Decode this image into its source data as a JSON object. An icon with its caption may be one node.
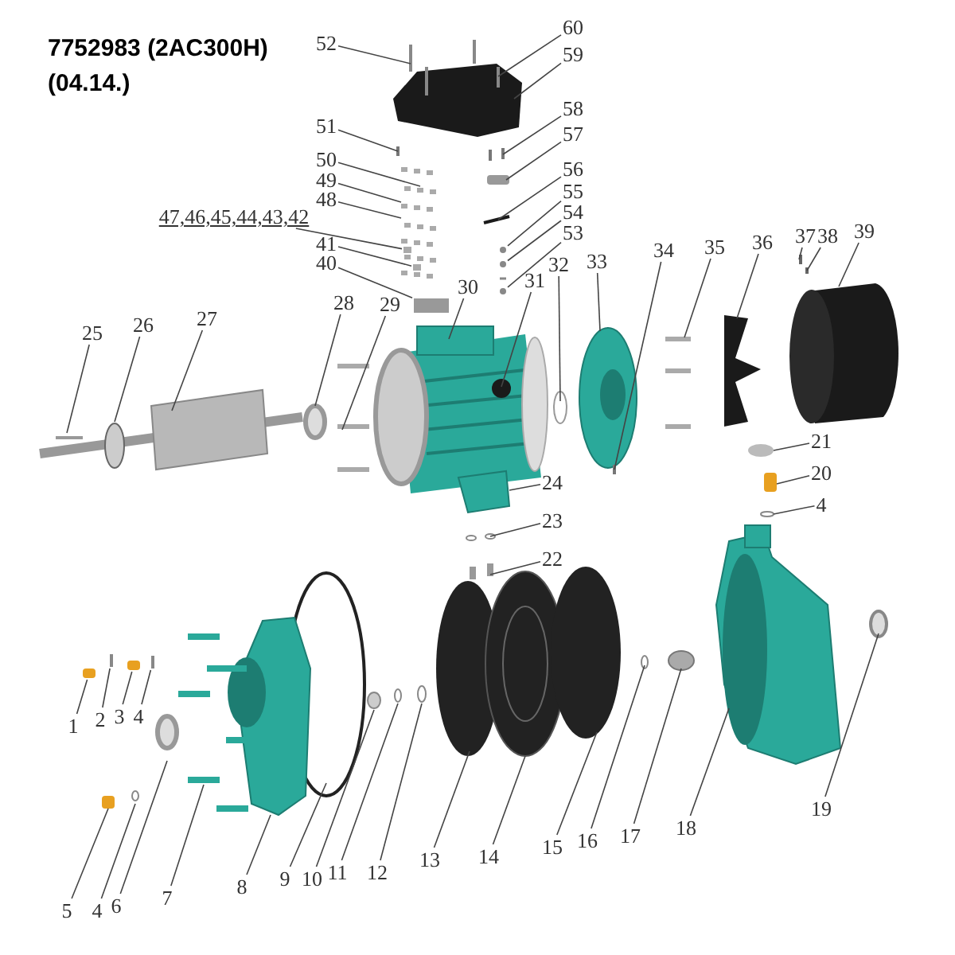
{
  "diagram": {
    "title": "7752983 (2AC300H)",
    "nodes": [
      {
        "text": [
          "52"
        ]
      },
      {
        "text": [
          "60"
        ]
      },
      {
        "text": [
          "59"
        ]
      },
      {
        "text": [
          "51"
        ]
      },
      {
        "text": [
          "58"
        ]
      },
      {
        "text": [
          "57"
        ]
      },
      {
        "text": [
          "50"
        ]
      },
      {
        "text": [
          "49"
        ]
      },
      {
        "text": [
          "48"
        ]
      },
      {
        "text": [
          "47,46,45,44,43,42"
        ]
      },
      {
        "text": [
          "56"
        ]
      },
      {
        "text": [
          "55"
        ]
      },
      {
        "text": [
          "54"
        ]
      },
      {
        "text": [
          "41"
        ]
      },
      {
        "text": [
          "53"
        ]
      },
      {
        "text": [
          "40"
        ]
      },
      {
        "text": [
          "30"
        ]
      },
      {
        "text": [
          "31"
        ]
      },
      {
        "text": [
          "32"
        ]
      },
      {
        "text": [
          "33"
        ]
      },
      {
        "text": [
          "34"
        ]
      },
      {
        "text": [
          "35"
        ]
      },
      {
        "text": [
          "36"
        ]
      },
      {
        "text": [
          "37"
        ]
      },
      {
        "text": [
          "38"
        ]
      },
      {
        "text": [
          "39"
        ]
      },
      {
        "text": [
          "25"
        ]
      },
      {
        "text": [
          "26"
        ]
      },
      {
        "text": [
          "27"
        ]
      },
      {
        "text": [
          "28"
        ]
      },
      {
        "text": [
          "29"
        ]
      },
      {
        "text": [
          "21"
        ]
      },
      {
        "text": [
          "20"
        ]
      },
      {
        "text": [
          "24"
        ]
      },
      {
        "text": [
          "4"
        ]
      },
      {
        "text": [
          "23"
        ]
      },
      {
        "text": [
          "22"
        ]
      },
      {
        "text": [
          "1"
        ]
      },
      {
        "text": [
          "2"
        ]
      },
      {
        "text": [
          "3"
        ]
      },
      {
        "text": [
          "4"
        ]
      },
      {
        "text": [
          "19"
        ]
      },
      {
        "text": [
          "18"
        ]
      },
      {
        "text": [
          "17"
        ]
      },
      {
        "text": [
          "16"
        ]
      },
      {
        "text": [
          "15"
        ]
      },
      {
        "text": [
          "14"
        ]
      },
      {
        "text": [
          "13"
        ]
      },
      {
        "text": [
          "12"
        ]
      },
      {
        "text": [
          "11"
        ]
      },
      {
        "text": [
          "10"
        ]
      },
      {
        "text": [
          "9"
        ]
      },
      {
        "text": [
          "8"
        ]
      },
      {
        "text": [
          "7"
        ]
      },
      {
        "text": [
          "6"
        ]
      },
      {
        "text": [
          "4"
        ]
      },
      {
        "text": [
          "5"
        ]
      },
      {
        "text": [],
        "shape": "circle"
      },
      {
        "text": [],
        "shape": "circle"
      },
      {
        "text": [],
        "shape": "circle"
      },
      {
        "text": [],
        "shape": "box"
      },
      {
        "text": [],
        "shape": "box"
      },
      {
        "text": [],
        "shape": "box"
      },
      {
        "text": [],
        "shape": "box"
      },
      {
        "text": [],
        "shape": "box"
      },
      {
        "text": [],
        "shape": "box"
      },
      {
        "text": [],
        "shape": "box"
      }
    ],
    "edges": [
      {
        "from": 0,
        "to": null,
        "arrow": "none"
      },
      {
        "from": 1,
        "to": null,
        "arrow": "none"
      },
      {
        "from": 2,
        "to": null,
        "arrow": "none"
      },
      {
        "from": 3,
        "to": null,
        "arrow": "none"
      },
      {
        "from": 4,
        "to": null,
        "arrow": "none"
      },
      {
        "from": 5,
        "to": null,
        "arrow": "none"
      },
      {
        "from": 6,
        "to": null,
        "arrow": "none"
      },
      {
        "from": 7,
        "to": null,
        "arrow": "none"
      },
      {
        "from": 8,
        "to": null,
        "arrow": "none"
      },
      {
        "from": 9,
        "to": 63,
        "arrow": "none"
      },
      {
        "from": 10,
        "to": null,
        "arrow": "none"
      },
      {
        "from": 11,
        "to": 57,
        "arrow": "none"
      },
      {
        "from": 12,
        "to": 58,
        "arrow": "none"
      },
      {
        "from": 13,
        "to": 60,
        "arrow": "none"
      },
      {
        "from": 14,
        "to": 59,
        "arrow": "none"
      },
      {
        "from": 15,
        "to": 61,
        "arrow": "none"
      },
      {
        "from": 16,
        "to": null,
        "arrow": "none"
      },
      {
        "from": 17,
        "to": null,
        "arrow": "none"
      },
      {
        "from": 18,
        "to": null,
        "arrow": "none"
      },
      {
        "from": 19,
        "to": null,
        "arrow": "none"
      },
      {
        "from": 20,
        "to": null,
        "arrow": "none"
      },
      {
        "from": 21,
        "to": null,
        "arrow": "none"
      },
      {
        "from": 22,
        "to": null,
        "arrow": "none"
      },
      {
        "from": 23,
        "to": null,
        "arrow": "none"
      },
      {
        "from": 24,
        "to": null,
        "arrow": "none"
      },
      {
        "from": 25,
        "to": null,
        "arrow": "none"
      },
      {
        "from": 26,
        "to": null,
        "arrow": "none"
      },
      {
        "from": 27,
        "to": null,
        "arrow": "none"
      },
      {
        "from": 28,
        "to": null,
        "arrow": "none"
      },
      {
        "from": 29,
        "to": null,
        "arrow": "none"
      },
      {
        "from": 30,
        "to": null,
        "arrow": "none"
      },
      {
        "from": 31,
        "to": null,
        "arrow": "none"
      },
      {
        "from": 32,
        "to": null,
        "arrow": "none"
      },
      {
        "from": 33,
        "to": null,
        "arrow": "none"
      },
      {
        "from": 34,
        "to": null,
        "arrow": "none"
      },
      {
        "from": 35,
        "to": null,
        "arrow": "none"
      },
      {
        "from": 36,
        "to": null,
        "arrow": "none"
      },
      {
        "from": 37,
        "to": 62,
        "arrow": "none"
      },
      {
        "from": 38,
        "to": 64,
        "arrow": "none"
      },
      {
        "from": 39,
        "to": 65,
        "arrow": "none"
      },
      {
        "from": 40,
        "to": 66,
        "arrow": "none"
      },
      {
        "from": 41,
        "to": null,
        "arrow": "none"
      },
      {
        "from": 42,
        "to": null,
        "arrow": "none"
      },
      {
        "from": 43,
        "to": null,
        "arrow": "none"
      },
      {
        "from": 44,
        "to": null,
        "arrow": "none"
      },
      {
        "from": 45,
        "to": null,
        "arrow": "none"
      },
      {
        "from": 46,
        "to": null,
        "arrow": "none"
      },
      {
        "from": 47,
        "to": null,
        "arrow": "none"
      },
      {
        "from": 48,
        "to": null,
        "arrow": "none"
      },
      {
        "from": 49,
        "to": null,
        "arrow": "none"
      },
      {
        "from": 50,
        "to": null,
        "arrow": "none"
      },
      {
        "from": 51,
        "to": null,
        "arrow": "none"
      },
      {
        "from": 52,
        "to": null,
        "arrow": "none"
      },
      {
        "from": 53,
        "to": null,
        "arrow": "none"
      },
      {
        "from": 54,
        "to": null,
        "arrow": "none"
      },
      {
        "from": 55,
        "to": null,
        "arrow": "none"
      },
      {
        "from": 56,
        "to": null,
        "arrow": "none"
      }
    ],
    "labels": [
      "(04.14.)"
    ]
  }
}
